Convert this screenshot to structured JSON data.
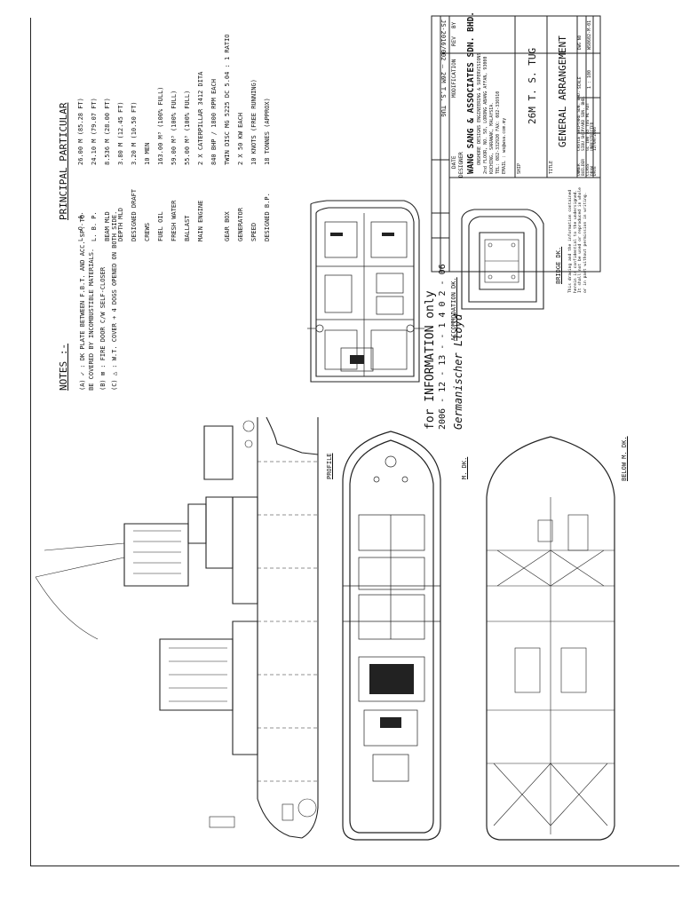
{
  "header": {
    "top_ref": "JS-2016/002 — 26M T.S. TUG"
  },
  "notes": {
    "title": "NOTES :-",
    "lines": [
      "(A)  ✓ : DK PLATE BETWEEN F.B.T. AND ACC. SP. TO",
      "         BE COVERED BY INCOMBUSTIBLE MATERIALS.",
      "(B)  ⊠ : FIRE DOOR C/W SELF-CLOSER",
      "(C)  △ : W.T. COVER + 4 DOGS OPENED ON BOTH SIDE."
    ]
  },
  "particulars": {
    "title": "PRINCIPAL PARTICULAR",
    "rows": [
      {
        "k": "L. O. A.",
        "v": "26.00 M  (85.28 FT)"
      },
      {
        "k": "L. B. P.",
        "v": "24.10 M  (79.07 FT)"
      },
      {
        "k": "BEAM MLD",
        "v": "8.536 M  (28.00 FT)"
      },
      {
        "k": "DEPTH MLD",
        "v": "3.80 M  (12.45 FT)"
      },
      {
        "k": "DESIGNED DRAFT",
        "v": "3.20 M  (10.50 FT)"
      },
      {
        "k": "CREWS",
        "v": "10 MEN"
      },
      {
        "k": "FUEL OIL",
        "v": "163.00 M³ (100% FULL)"
      },
      {
        "k": "FRESH WATER",
        "v": "59.00 M³ (100% FULL)"
      },
      {
        "k": "BALLAST",
        "v": "55.00 M³ (100% FULL)"
      },
      {
        "k": "MAIN ENGINE",
        "v": "2 X CATERPILLAR 3412 DITA"
      },
      {
        "k": "",
        "v": "840 BHP / 1800 RPM EACH"
      },
      {
        "k": "GEAR BOX",
        "v": "TWIN DISC MG 5225 DC  5.04 : 1 RATIO"
      },
      {
        "k": "GENERATOR",
        "v": "2 X 50 KW EACH"
      },
      {
        "k": "SPEED",
        "v": "10 KNOTS (FREE RUNNING)"
      },
      {
        "k": "DESIGNED B.P.",
        "v": "18 TONNES (APPROX)"
      }
    ]
  },
  "stamp": {
    "line1": "for INFORMATION only",
    "line2": "2006 - 12 - 13     - - 1 4 0 2 - 06",
    "line3": "Germanischer Lloyd"
  },
  "views": {
    "accommodation": "ACCOMMODATION DK.",
    "bridge": "BRIDGE DK.",
    "profile": "PROFILE",
    "main_deck": "M. DK.",
    "below_main_deck": "BELOW M. DK."
  },
  "title_block": {
    "company": "WANG SANG & ASSOCIATES SDN. BHD.",
    "company_sub": "ONSHORE DESIGNS ENGINEERING & SUPERVISIONS",
    "address1": "2nd FLOOR, NO. 58, LORONG ABANG AFFAN, 93000",
    "address2": "KUCHING, SARAWAK, MALAYSIA.",
    "address3": "TEL: 082-332920  FAX: 082-336910",
    "email": "EMAIL : ws@wsa.com.my",
    "ship_label": "SHIP",
    "ship_name": "26M  T. S.  TUG",
    "title_label": "TITLE",
    "drawing_title": "GENERAL   ARRANGEMENT",
    "rev_headers": [
      "DATE",
      "DESIGNER",
      "MODIFICATION",
      "REV",
      "BY"
    ],
    "info_rows": [
      [
        "OWNER",
        "CASTLE SHIPYARD SDN. BHD."
      ],
      [
        "BUILDER",
        "SIBU SHIPYARD SDN. BHD."
      ],
      [
        "CLASS",
        "GL 100 A5  TUG  MC  AUT"
      ],
      [
        "DRAW",
        "UNRESTRICTED"
      ],
      [
        "SCALE",
        "1 : 100"
      ],
      [
        "DWG NO",
        "WS0602-M-01"
      ],
      [
        "DATE",
        "12/09/2006"
      ]
    ],
    "disclaimer": "This drawing and the information contained herein is confidential to the undersigned. It shall not be used or reproduced in whole or in part without permission in writing."
  }
}
